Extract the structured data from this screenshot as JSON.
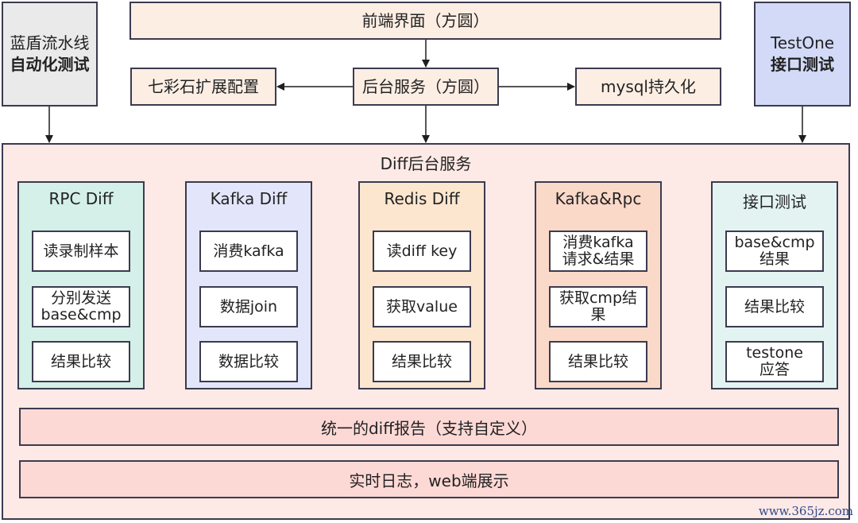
{
  "top": {
    "frontend": "前端界面（方圆）",
    "backend": "后台服务（方圆）",
    "config": "七彩石扩展配置",
    "mysql": "mysql持久化"
  },
  "left_source": {
    "line1": "蓝盾流水线",
    "line2": "自动化测试"
  },
  "right_source": {
    "line1": "TestOne",
    "line2": "接口测试"
  },
  "main": {
    "title": "Diff后台服务",
    "columns": [
      {
        "title": "RPC Diff",
        "color": "#d4f0e8",
        "steps": [
          "读录制样本",
          "分别发送\nbase&cmp",
          "结果比较"
        ]
      },
      {
        "title": "Kafka Diff",
        "color": "#e3e6fb",
        "steps": [
          "消费kafka",
          "数据join",
          "数据比较"
        ]
      },
      {
        "title": "Redis Diff",
        "color": "#fde6cf",
        "steps": [
          "读diff key",
          "获取value",
          "结果比较"
        ]
      },
      {
        "title": "Kafka&Rpc",
        "color": "#fbd9c9",
        "steps": [
          "消费kafka\n请求&结果",
          "获取cmp结\n果",
          "结果比较"
        ]
      },
      {
        "title": "接口测试",
        "color": "#e2f3f1",
        "steps": [
          "base&cmp\n结果",
          "结果比较",
          "testone\n应答"
        ]
      }
    ],
    "report_bar": "统一的diff报告（支持自定义）",
    "log_bar": "实时日志，web端展示"
  },
  "watermark": "www.365jz.com"
}
